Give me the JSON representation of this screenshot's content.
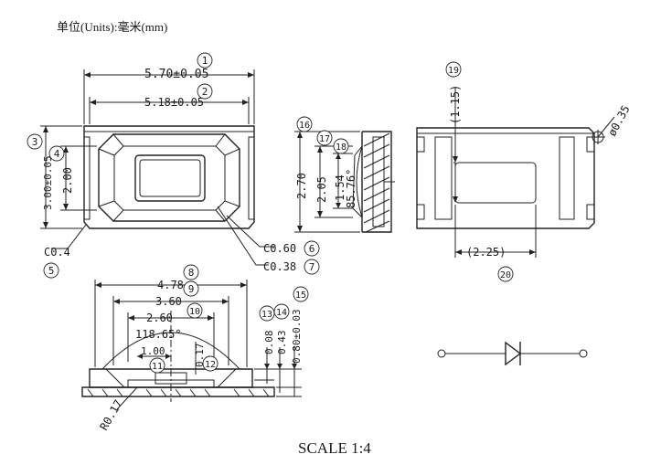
{
  "header": {
    "units_label": "单位(Units):毫米(mm)"
  },
  "scale_label": "SCALE 1:4",
  "dims": {
    "d1": "5.70±0.05",
    "d2": "5.18±0.05",
    "d3": "3.00±0.05",
    "d4": "2.00",
    "c04": "C0.4",
    "c060": "C0.60",
    "c038": "C0.38",
    "h270": "2.70",
    "h205": "2.05",
    "h154": "1.54",
    "ang8576": "85.76°",
    "d115": "(1.15)",
    "phi035": "ø0.35",
    "d225": "(2.25)",
    "d478": "4.78",
    "d360": "3.60",
    "d260": "2.60",
    "ang11865": "118.65°",
    "d100": "1.00",
    "d017": "0.17",
    "d008": "0.08",
    "d043": "0.43",
    "d080": "0.80±0.03",
    "r017": "R0.17"
  },
  "balloons": [
    "1",
    "2",
    "3",
    "4",
    "5",
    "6",
    "7",
    "8",
    "9",
    "10",
    "11",
    "12",
    "13",
    "14",
    "15",
    "16",
    "17",
    "18",
    "19",
    "20"
  ]
}
